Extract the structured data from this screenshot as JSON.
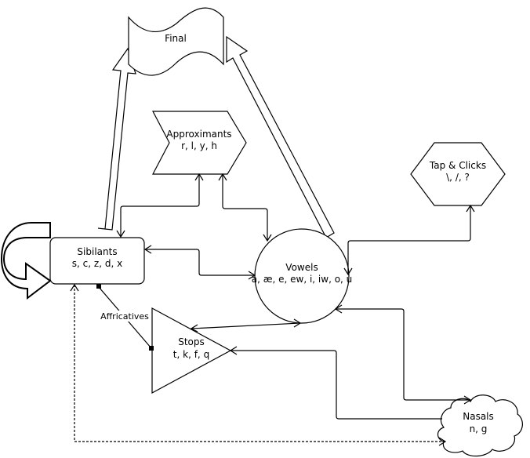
{
  "diagram": {
    "nodes": [
      {
        "id": "final",
        "shape": "tape",
        "title": "Final",
        "subtitle": ""
      },
      {
        "id": "approximants",
        "shape": "chevron",
        "title": "Approximants",
        "subtitle": "r, l, y, h"
      },
      {
        "id": "tap_clicks",
        "shape": "hexagon",
        "title": "Tap & Clicks",
        "subtitle": "\\, /, ?"
      },
      {
        "id": "sibilants",
        "shape": "rounded-rectangle",
        "title": "Sibilants",
        "subtitle": "s, c, z, d, x"
      },
      {
        "id": "vowels",
        "shape": "circle",
        "title": "Vowels",
        "subtitle": "a, æ, e, ew, i, iw, o, u"
      },
      {
        "id": "stops",
        "shape": "triangle",
        "title": "Stops",
        "subtitle": "t, k, f, q"
      },
      {
        "id": "nasals",
        "shape": "cloud",
        "title": "Nasals",
        "subtitle": "n, g"
      }
    ],
    "edges": [
      {
        "from": "sibilants",
        "to": "final",
        "style": "block-arrow",
        "label": ""
      },
      {
        "from": "vowels",
        "to": "final",
        "style": "block-arrow",
        "label": ""
      },
      {
        "from": "sibilants",
        "to": "sibilants",
        "style": "curved-block-arrow",
        "label": ""
      },
      {
        "from": "approximants",
        "to": "sibilants",
        "style": "bidirectional",
        "label": ""
      },
      {
        "from": "approximants",
        "to": "vowels",
        "style": "bidirectional",
        "label": ""
      },
      {
        "from": "sibilants",
        "to": "vowels",
        "style": "bidirectional",
        "label": ""
      },
      {
        "from": "tap_clicks",
        "to": "vowels",
        "style": "bidirectional",
        "label": ""
      },
      {
        "from": "stops",
        "to": "vowels",
        "style": "bidirectional",
        "label": ""
      },
      {
        "from": "nasals",
        "to": "vowels",
        "style": "bidirectional",
        "label": ""
      },
      {
        "from": "nasals",
        "to": "stops",
        "style": "directed",
        "label": ""
      },
      {
        "from": "sibilants",
        "to": "stops",
        "style": "association",
        "label": "Affricatives"
      },
      {
        "from": "sibilants",
        "to": "nasals",
        "style": "dashed-bidirectional",
        "label": ""
      }
    ]
  }
}
